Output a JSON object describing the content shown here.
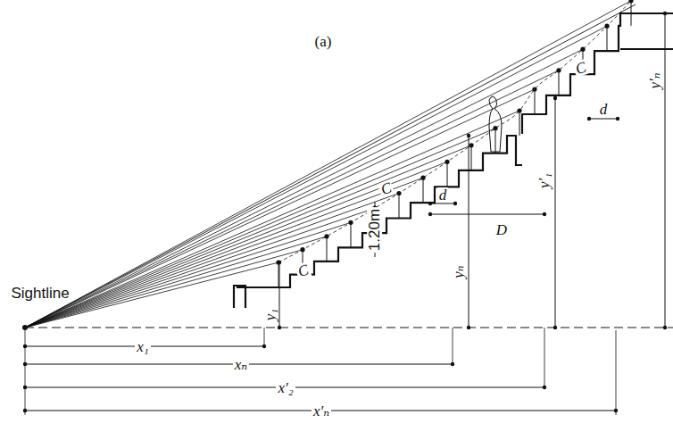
{
  "diagram": {
    "labels": [
      "(a)",
      "Sightline",
      "C",
      "C",
      "C",
      "1.20m",
      "d",
      "d",
      "D",
      "y₁",
      "yₙ",
      "y′₁",
      "y′ₙ",
      "x₁",
      "xₙ",
      "x′₂",
      "x′ₙ"
    ]
  }
}
